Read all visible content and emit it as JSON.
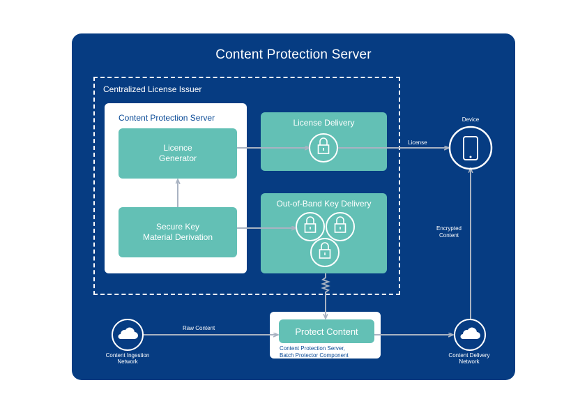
{
  "diagram": {
    "title": "Content Protection Server",
    "issuer_label": "Centralized License Issuer",
    "cps_panel_label": "Content Protection Server",
    "licence_generator": "Licence\nGenerator",
    "secure_key": "Secure Key\nMaterial Derivation",
    "license_delivery": "License Delivery",
    "oob_delivery": "Out-of-Band Key Delivery",
    "protect_content": "Protect Content",
    "protect_caption": "Content Protection Server,\nBatch Protector Component",
    "device": "Device",
    "content_ingestion": "Content Ingestion\nNetwork",
    "content_delivery": "Content Delivery\nNetwork",
    "edge_license": "License",
    "edge_raw": "Raw Content",
    "edge_encrypted": "Encrypted\nContent"
  },
  "colors": {
    "background": "#063C82",
    "teal": "#63C0B5",
    "connector": "#a9b3c2",
    "text": "#ffffff"
  },
  "icons": [
    "lock-icon",
    "phone-icon",
    "cloud-icon"
  ]
}
